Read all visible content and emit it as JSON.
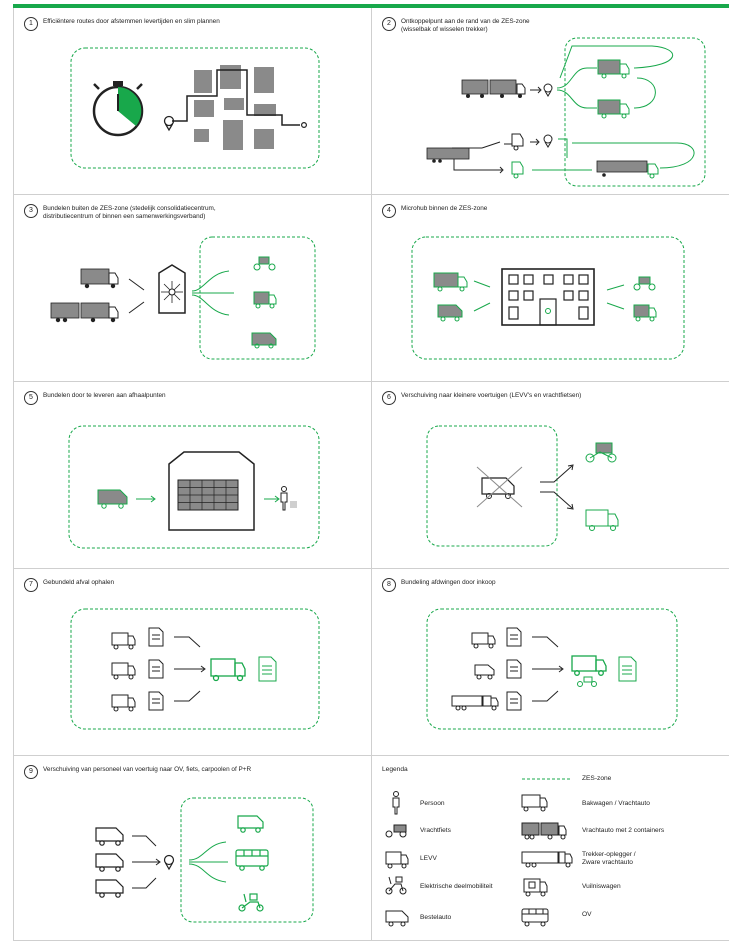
{
  "panels": [
    {
      "number": "1",
      "title": "Efficiëntere routes door afstemmen levertijden en slim plannen"
    },
    {
      "number": "2",
      "title": "Ontkoppelpunt aan de rand van de ZES-zone",
      "subtitle": "(wisselbak of wisselen trekker)"
    },
    {
      "number": "3",
      "title": "Bundelen buiten de ZES-zone (stedelijk consolidatiecentrum,",
      "subtitle": "distributiecentrum of binnen een samenwerkingsverband)"
    },
    {
      "number": "4",
      "title": "Microhub binnen de ZES-zone"
    },
    {
      "number": "5",
      "title": "Bundelen door te leveren aan afhaalpunten"
    },
    {
      "number": "6",
      "title": "Verschuiving naar kleinere voertuigen (LEVV's en vrachtfietsen)"
    },
    {
      "number": "7",
      "title": "Gebundeld afval ophalen"
    },
    {
      "number": "8",
      "title": "Bundeling afdwingen door inkoop"
    },
    {
      "number": "9",
      "title": "Verschuiving van personeel van voertuig naar OV, fiets, carpoolen of P+R"
    }
  ],
  "legend": {
    "title": "Legenda",
    "items": [
      {
        "label": "ZES-zone",
        "icon": "dashed-line-icon"
      },
      {
        "label": "Persoon",
        "icon": "person-icon"
      },
      {
        "label": "Bakwagen / Vrachtauto",
        "icon": "box-truck-icon"
      },
      {
        "label": "Vrachtfiets",
        "icon": "cargo-bike-icon"
      },
      {
        "label": "Vrachtauto met 2 containers",
        "icon": "truck-two-containers-icon"
      },
      {
        "label": "LEVV",
        "icon": "levv-icon"
      },
      {
        "label": "Trekker-oplegger /",
        "label2": "Zware vrachtauto",
        "icon": "tractor-trailer-icon"
      },
      {
        "label": "Elektrische deelmobiliteit",
        "icon": "e-scooter-icon"
      },
      {
        "label": "Vuilniswagen",
        "icon": "garbage-truck-icon"
      },
      {
        "label": "Bestelauto",
        "icon": "van-icon"
      },
      {
        "label": "OV",
        "icon": "bus-icon"
      }
    ]
  },
  "colors": {
    "accent": "#18a84b",
    "dark": "#222222",
    "grey": "#8a8a8a",
    "rule": "#cfcfcf"
  }
}
